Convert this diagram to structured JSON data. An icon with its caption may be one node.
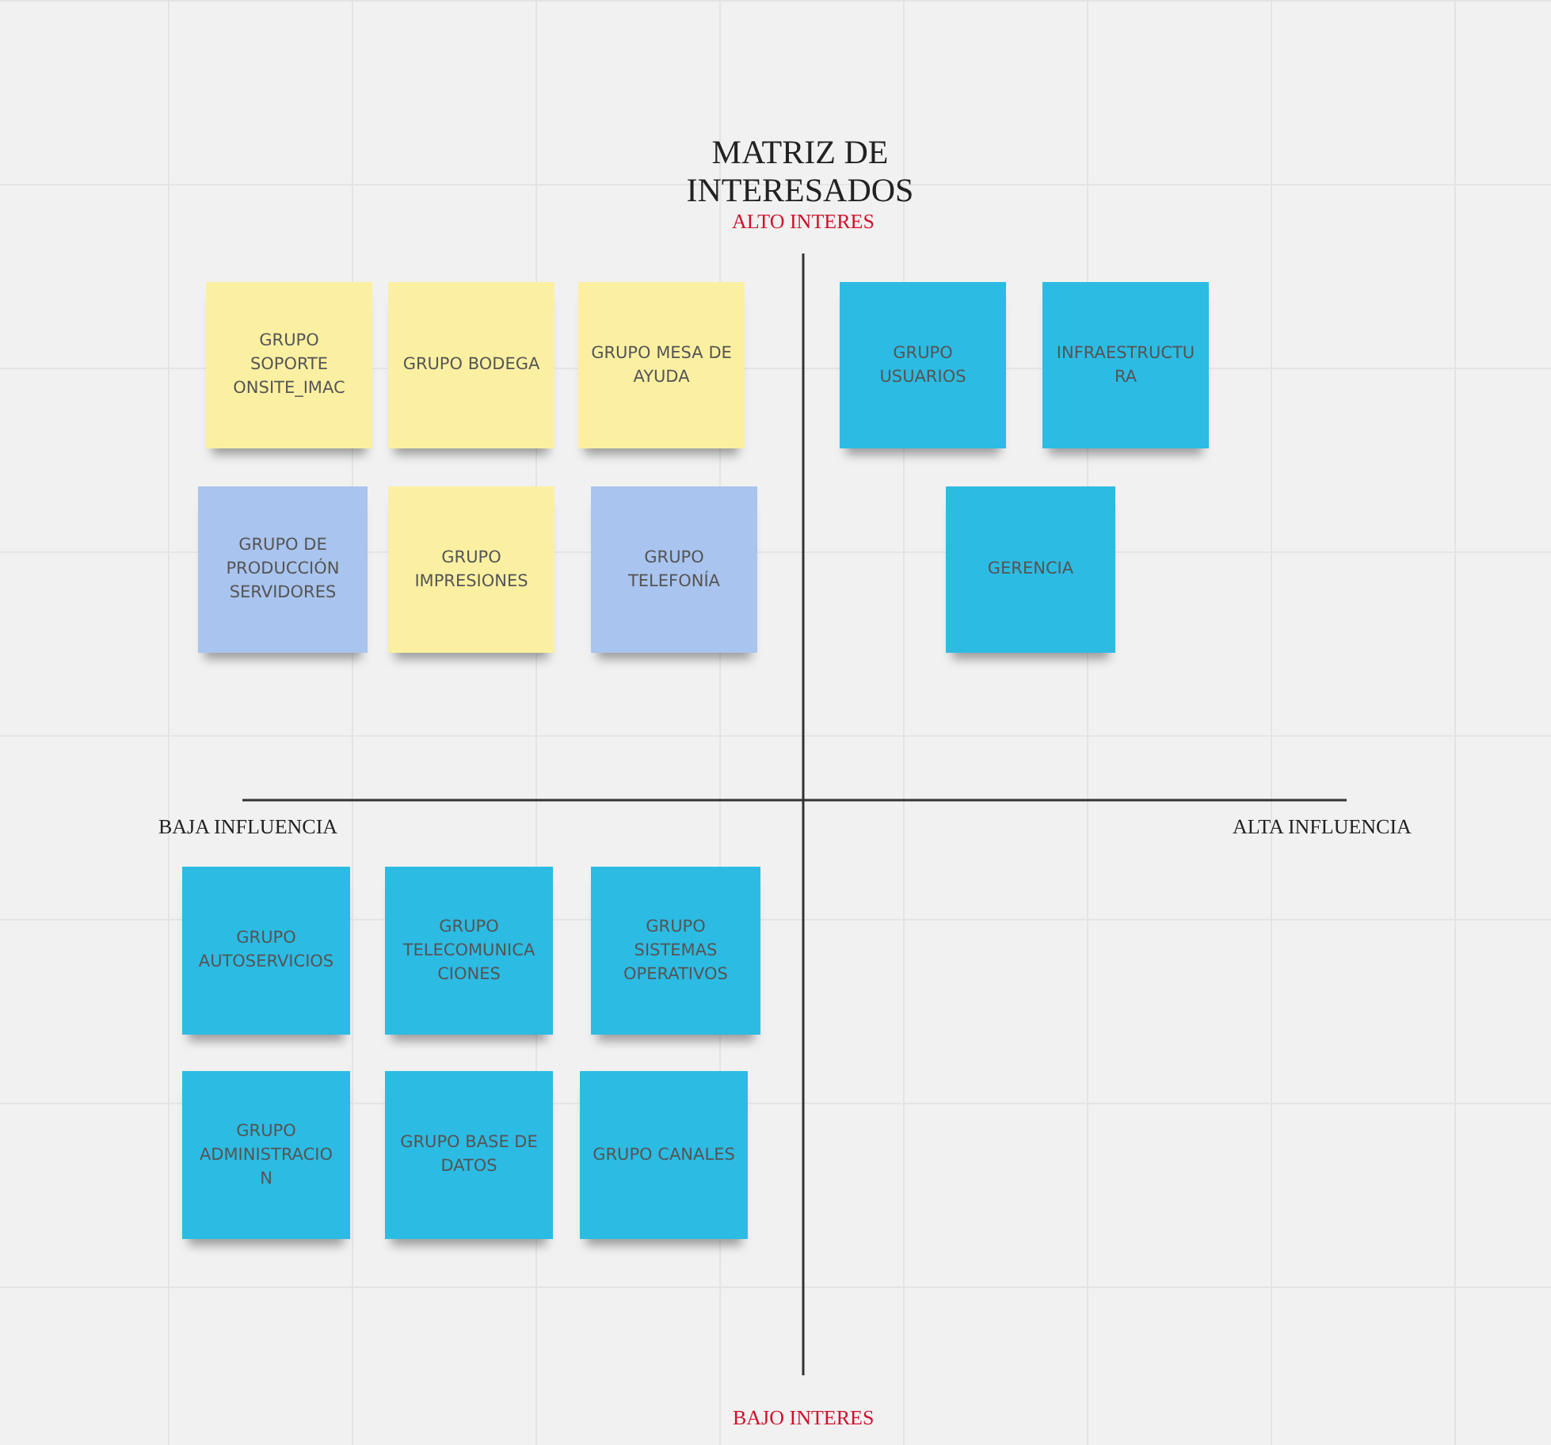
{
  "diagram": {
    "title": "MATRIZ DE INTERESADOS",
    "nodes": [
      {
        "text": [
          "GRUPO SOPORTE ONSITE_IMAC"
        ]
      },
      {
        "text": [
          "GRUPO BODEGA"
        ]
      },
      {
        "text": [
          "GRUPO MESA DE AYUDA"
        ]
      },
      {
        "text": [
          "GRUPO USUARIOS"
        ]
      },
      {
        "text": [
          "INFRAESTRUCTURA"
        ]
      },
      {
        "text": [
          "GRUPO DE PRODUCCIÓN SERVIDORES"
        ]
      },
      {
        "text": [
          "GRUPO IMPRESIONES"
        ]
      },
      {
        "text": [
          "GRUPO TELEFONÍA"
        ]
      },
      {
        "text": [
          "GERENCIA"
        ]
      },
      {
        "text": [
          "GRUPO AUTOSERVICIOS"
        ]
      },
      {
        "text": [
          "GRUPO TELECOMUNICACIONES"
        ]
      },
      {
        "text": [
          "GRUPO SISTEMAS OPERATIVOS"
        ]
      },
      {
        "text": [
          "GRUPO ADMINISTRACION"
        ]
      },
      {
        "text": [
          "GRUPO BASE DE DATOS"
        ]
      },
      {
        "text": [
          "GRUPO CANALES"
        ]
      }
    ],
    "labels": [
      "ALTO INTERES",
      "BAJA INFLUENCIA",
      "ALTA INFLUENCIA",
      "BAJO INTERES"
    ]
  }
}
